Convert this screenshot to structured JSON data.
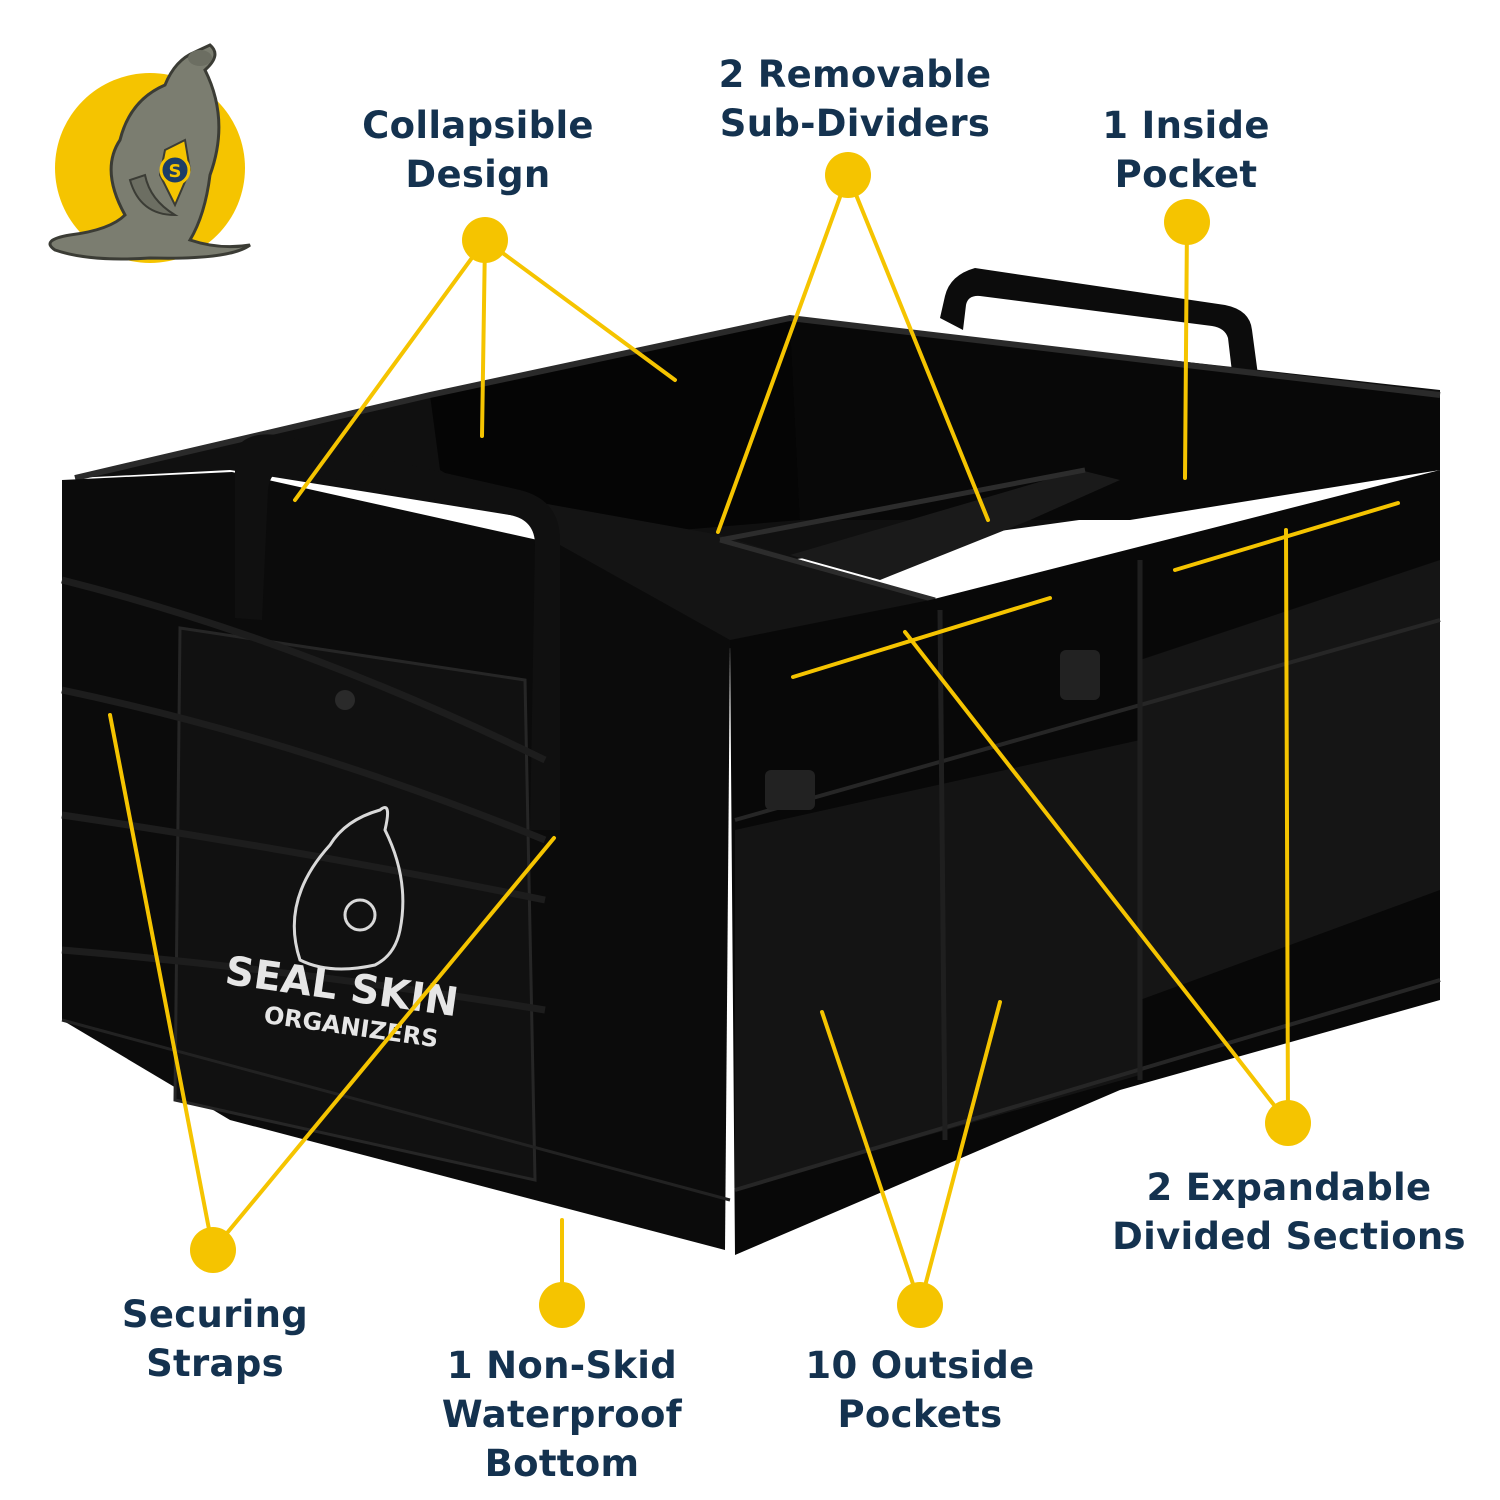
{
  "colors": {
    "accent": "#f5c400",
    "label_text": "#14324f",
    "organizer": "#0a0a0a",
    "background": "#ffffff",
    "mascot_body": "#7b7d70",
    "mascot_sun": "#f5c400"
  },
  "logo": {
    "icon": "seal-mascot-icon",
    "emblem_letter": "S"
  },
  "product": {
    "brand_line1": "SEAL SKIN",
    "brand_line2": "ORGANIZERS"
  },
  "callouts": {
    "collapsible": [
      "Collapsible",
      "Design"
    ],
    "sub_dividers": [
      "2 Removable",
      "Sub-Dividers"
    ],
    "inside_pocket": [
      "1 Inside",
      "Pocket"
    ],
    "expandable": [
      "2 Expandable",
      "Divided Sections"
    ],
    "securing_straps": [
      "Securing",
      "Straps"
    ],
    "non_skid": [
      "1 Non-Skid",
      "Waterproof",
      "Bottom"
    ],
    "outside_pockets": [
      "10 Outside",
      "Pockets"
    ]
  }
}
